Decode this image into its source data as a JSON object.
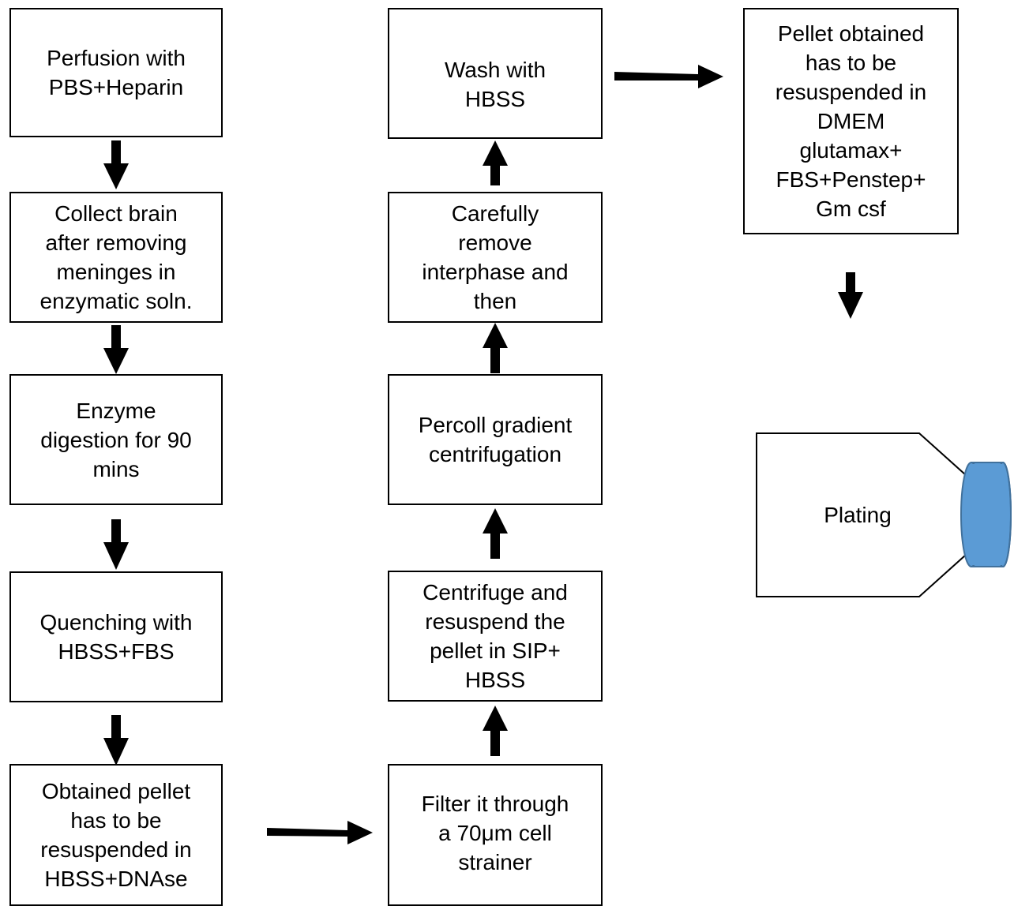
{
  "steps": {
    "perfusion": "Perfusion with\nPBS+Heparin",
    "collect_brain": "Collect brain\nafter removing\nmeninges in\nenzymatic soln.",
    "enzyme_digestion": "Enzyme\ndigestion for 90\nmins",
    "quenching": "Quenching with\nHBSS+FBS",
    "obtained_pellet": "Obtained pellet\nhas to be\nresuspended in\nHBSS+DNAse",
    "filter": "Filter it through\na 70μm cell\nstrainer",
    "centrifuge": "Centrifuge and\nresuspend the\npellet in SIP+\nHBSS",
    "percoll": "Percoll gradient\ncentrifugation",
    "remove_interphase": "Carefully\nremove\ninterphase and\nthen",
    "wash": "Wash with\nHBSS",
    "pellet_resuspend": "Pellet obtained\nhas to be\nresuspended in\nDMEM\nglutamax+\nFBS+Penstep+\nGm csf",
    "plating": "Plating"
  },
  "colors": {
    "flask_cap": "#5b9bd5",
    "flask_cap_stroke": "#41719c",
    "line": "#000000"
  }
}
